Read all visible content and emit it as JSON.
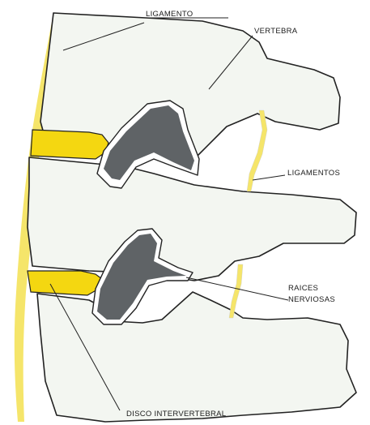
{
  "labels": {
    "ligamento": "LIGAMENTO",
    "vertebra": "VERTEBRA",
    "ligamentos": "LIGAMENTOS",
    "raices_line1": "RAICES",
    "raices_line2": "NERVIOSAS",
    "disco": "DISCO INTERVERTEBRAL"
  },
  "colors": {
    "bone_fill": "#f3f6f1",
    "outline": "#222222",
    "ligament_yellow": "#f5e56a",
    "disc_yellow": "#f4d711",
    "nerve_gray": "#5f6366",
    "background": "#ffffff"
  }
}
